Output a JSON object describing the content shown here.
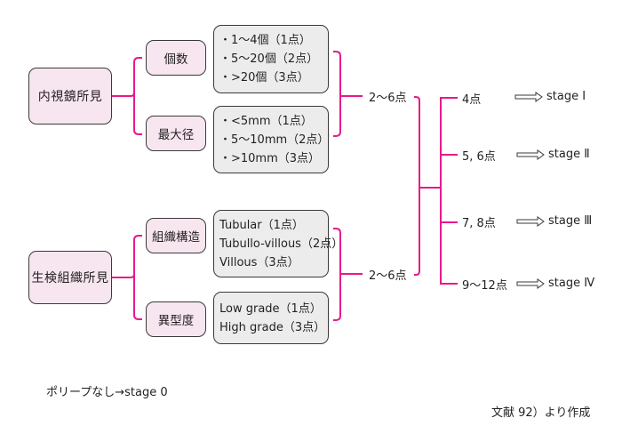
{
  "colors": {
    "connector": "#e8198b",
    "pink_box": "#f7e6ef",
    "gray_box": "#ececec",
    "border": "#3a3a3a"
  },
  "endoscopy": {
    "label": "内視鏡所見",
    "count": {
      "label": "個数",
      "items": [
        "・1〜4個（1点）",
        "・5〜20個（2点）",
        "・>20個（3点）"
      ]
    },
    "max_diameter": {
      "label": "最大径",
      "items": [
        "・<5mm（1点）",
        "・5〜10mm（2点）",
        "・>10mm（3点）"
      ]
    },
    "score_range": "2〜6点"
  },
  "histology": {
    "label": "生検組織所見",
    "structure": {
      "label": "組織構造",
      "items": [
        "Tubular（1点）",
        "Tubullo-villous（2点）",
        "Villous（3点）"
      ]
    },
    "atypia": {
      "label": "異型度",
      "items": [
        "Low grade（1点）",
        "High grade（3点）"
      ]
    },
    "score_range": "2〜6点"
  },
  "stages": [
    {
      "score": "4点",
      "arrow_icon": "hollow-right-arrow",
      "stage": "stage Ⅰ"
    },
    {
      "score": "5, 6点",
      "arrow_icon": "hollow-right-arrow",
      "stage": "stage Ⅱ"
    },
    {
      "score": "7, 8点",
      "arrow_icon": "hollow-right-arrow",
      "stage": "stage Ⅲ"
    },
    {
      "score": "9〜12点",
      "arrow_icon": "hollow-right-arrow",
      "stage": "stage Ⅳ"
    }
  ],
  "footnote": "ポリープなし→stage 0",
  "source": "文献 92）より作成"
}
